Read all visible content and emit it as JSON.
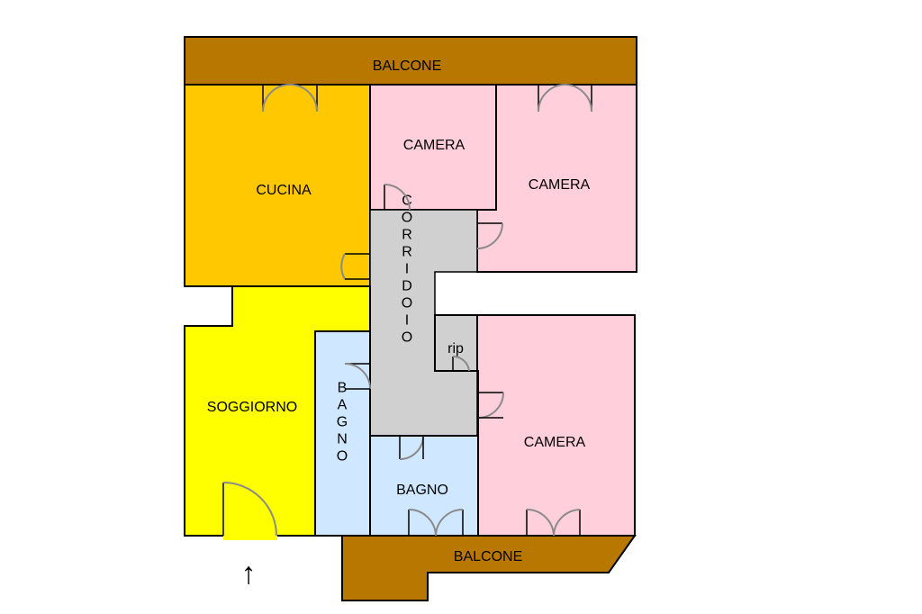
{
  "rooms": {
    "balcony_top": "BALCONE",
    "kitchen": "CUCINA",
    "bedroom_small": "CAMERA",
    "bedroom_top_right": "CAMERA",
    "corridor": "CORRIDOIO",
    "storage": "rip",
    "living": "SOGGIORNO",
    "bathroom_vertical": "BAGNO",
    "bathroom": "BAGNO",
    "bedroom_bottom_right": "CAMERA",
    "balcony_bottom": "BALCONE"
  },
  "colors": {
    "balcony": "#b87800",
    "kitchen": "#ffc800",
    "bedroom": "#ffd0dc",
    "corridor": "#d0d0d0",
    "living": "#ffff00",
    "bathroom": "#d0e8ff"
  },
  "entrance_marker": "↑"
}
